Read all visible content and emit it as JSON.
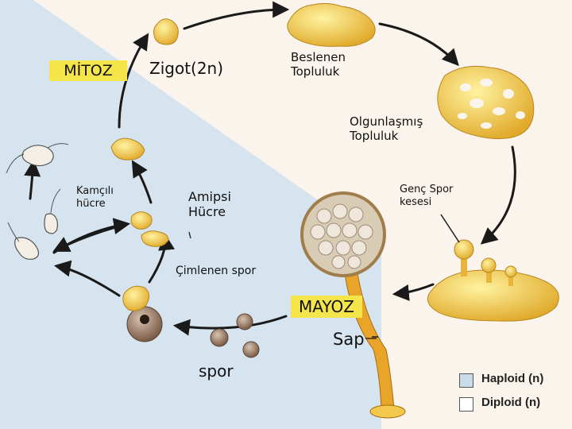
{
  "labels": {
    "mitoz": "MİTOZ",
    "zigot": "Zigot(2n)",
    "beslenen": "Beslenen\nTopluluk",
    "olgunlasmis": "Olgunlaşmış\nTopluluk",
    "kamcili": "Kamçılı\nhücre",
    "amipsi": "Amipsi\nHücre",
    "genc_spor": "Genç Spor\nkesesi",
    "cimlenen": "Çimlenen spor",
    "mayoz": "MAYOZ",
    "sap": "Sap",
    "spor": "spor"
  },
  "legend": [
    {
      "label": "Haploid (n)",
      "color": "#c9dcea"
    },
    {
      "label": "Diploid (n)",
      "color": "#ffffff"
    }
  ],
  "colors": {
    "haploid_region": "#d6e4ef",
    "diploid_region": "#fbf4ec",
    "cell_yellow": "#f2c94c",
    "spore_brown": "#8a6a55",
    "arrow": "#1a1a1a",
    "label_highlight": "#f4e64a"
  }
}
